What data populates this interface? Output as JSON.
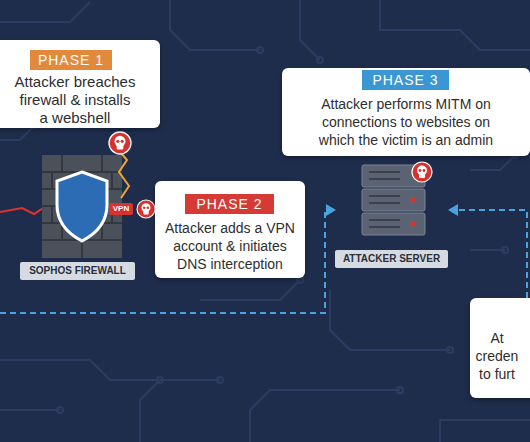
{
  "diagram": {
    "nodes": [
      {
        "text": [
          "PHASE 1",
          "Attacker breaches firewall & installs a webshell"
        ]
      },
      {
        "text": [
          "SOPHOS FIREWALL"
        ]
      },
      {
        "text": [
          "PHASE 2",
          "Attacker adds a VPN account & initiates DNS interception"
        ]
      },
      {
        "text": [
          "PHASE 3",
          "Attacker performs MITM on connections to websites on which the victim is an admin"
        ]
      },
      {
        "text": [
          "ATTACKER SERVER"
        ]
      },
      {
        "text": [
          "At creden to furt"
        ]
      }
    ],
    "edges": [
      {
        "from": 5,
        "to": 4,
        "arrow": "to"
      }
    ],
    "labels": [
      "VPN"
    ]
  }
}
